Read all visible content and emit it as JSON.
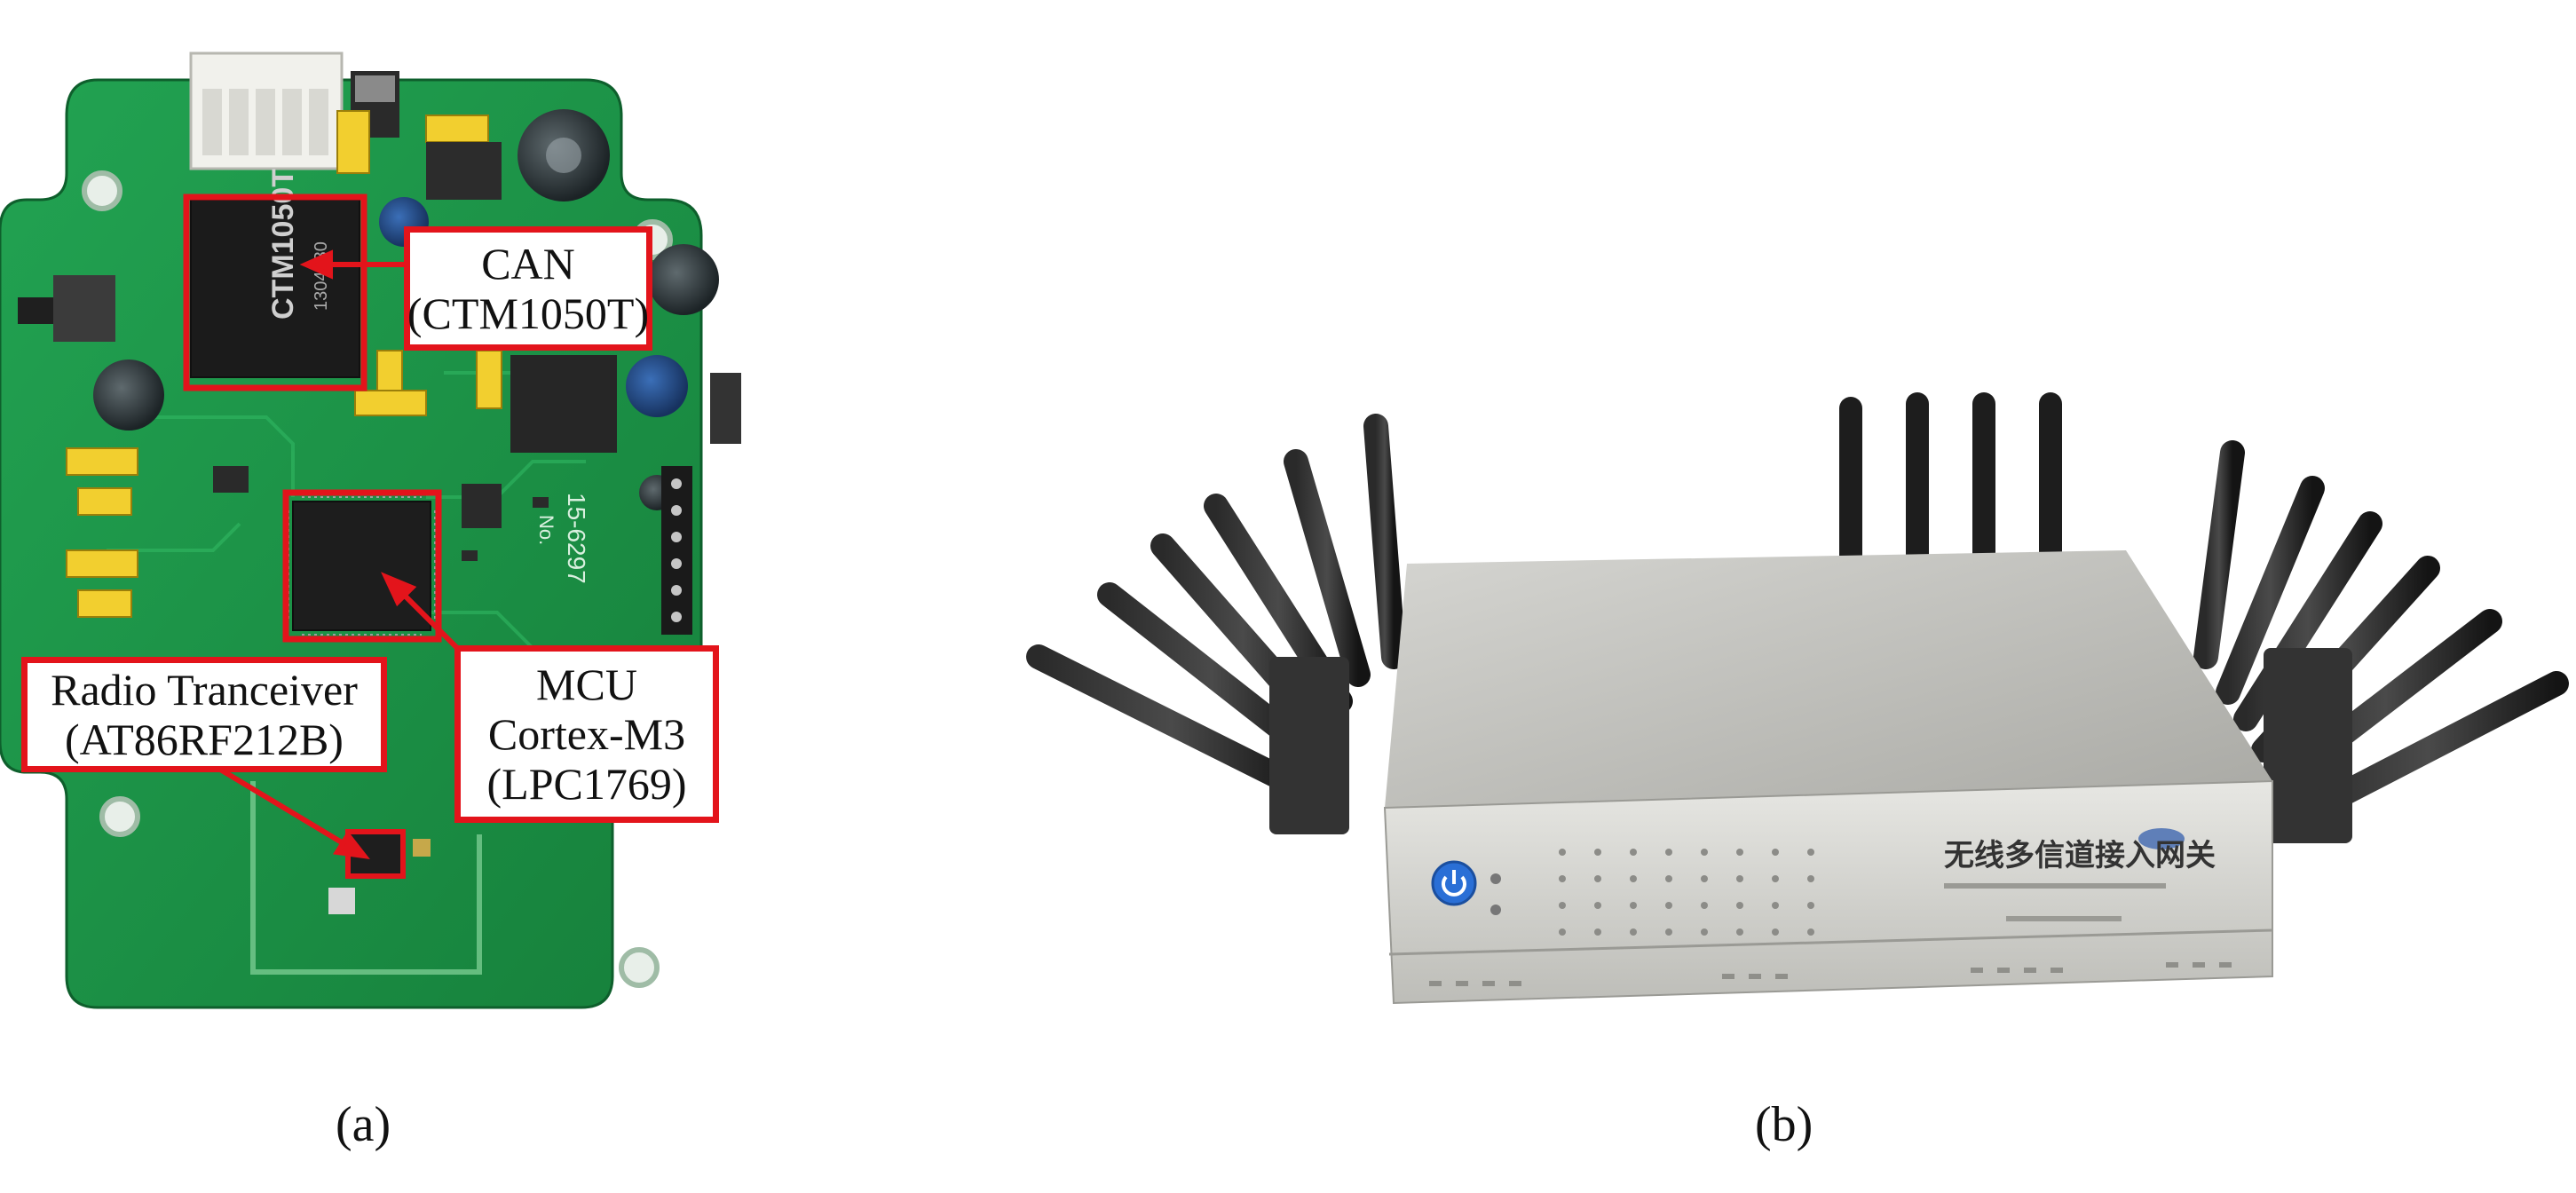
{
  "figure": {
    "panels": [
      {
        "caption": "(a)"
      },
      {
        "caption": "(b)"
      }
    ],
    "callouts": {
      "can": [
        "CAN",
        "(CTM1050T)"
      ],
      "mcu": [
        "MCU",
        "Cortex-M3",
        "(LPC1769)"
      ],
      "radio": [
        "Radio Tranceiver",
        "(AT86RF212B)"
      ]
    },
    "chip_markings": {
      "can_chip": [
        "CTM1050T",
        "1304030"
      ],
      "silkscreen": [
        "15-6297",
        "No."
      ]
    },
    "gateway_label": "无线多信道接入网关",
    "colors": {
      "pcb": "#1f9a4a",
      "callout": "#e3141b",
      "chassis": "#c8c8c3"
    }
  }
}
